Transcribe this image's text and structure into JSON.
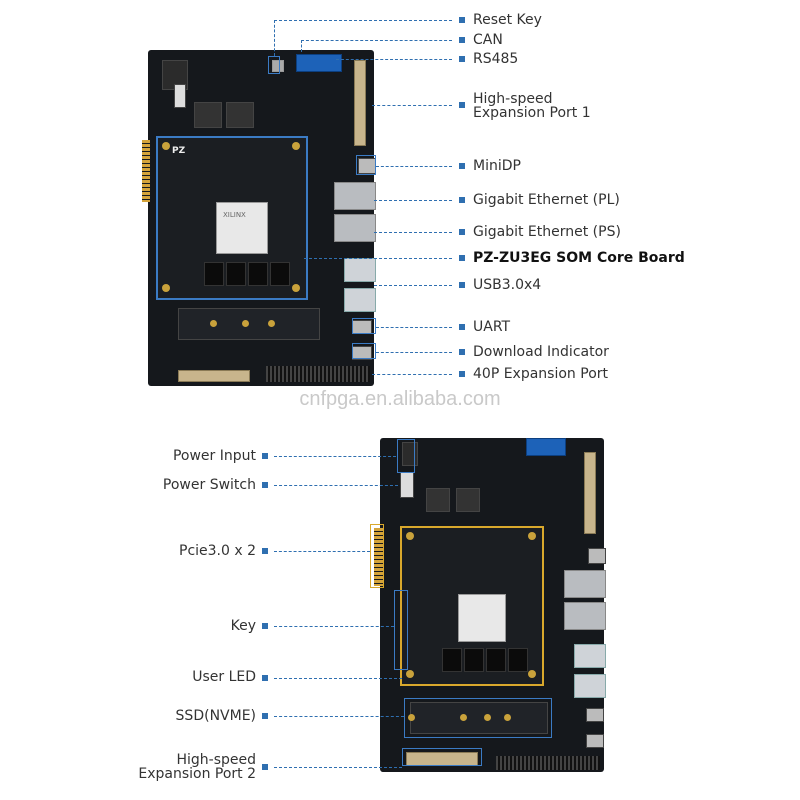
{
  "top_labels": {
    "reset_key": "Reset Key",
    "can": "CAN",
    "rs485": "RS485",
    "hs_port1_line1": "High-speed",
    "hs_port1_line2": "Expansion Port 1",
    "minidp": "MiniDP",
    "eth_pl": "Gigabit Ethernet (PL)",
    "eth_ps": "Gigabit Ethernet (PS)",
    "som": "PZ-ZU3EG SOM Core Board",
    "usb": "USB3.0x4",
    "uart": "UART",
    "download": "Download Indicator",
    "port40": "40P Expansion Port"
  },
  "watermark": "cnfpga.en.alibaba.com",
  "bottom_labels": {
    "power_input": "Power Input",
    "power_switch": "Power Switch",
    "pcie": "Pcie3.0 x 2",
    "key": "Key",
    "user_led": "User LED",
    "ssd": "SSD(NVME)",
    "hs_port2_line1": "High-speed",
    "hs_port2_line2": "Expansion Port 2"
  },
  "colors": {
    "accent": "#2f6fb0",
    "board": "#15181c",
    "highlight_yellow": "#d9a82c"
  },
  "board_marks": {
    "logo": "PZ",
    "chip": "XILINX"
  }
}
